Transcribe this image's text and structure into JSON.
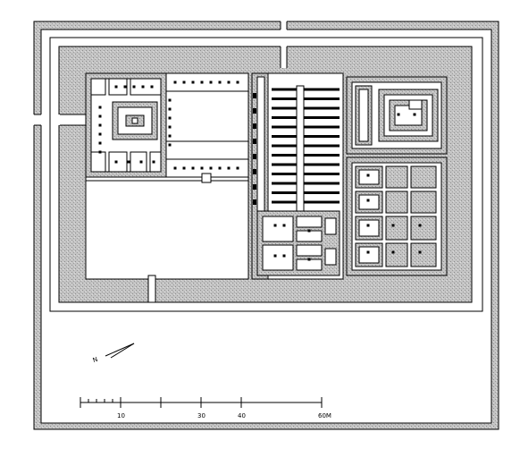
{
  "plan": {
    "title": "",
    "north_label": "N",
    "scale_bar": {
      "unit_suffix": "M",
      "ticks": [
        {
          "value": 0,
          "label": ""
        },
        {
          "value": 10,
          "label": "10"
        },
        {
          "value": 20,
          "label": ""
        },
        {
          "value": 30,
          "label": "30"
        },
        {
          "value": 40,
          "label": "40"
        },
        {
          "value": 60,
          "label": "60M"
        }
      ]
    },
    "colors": {
      "wall_fill": "#b8b8b8",
      "ink": "#000000",
      "paper": "#ffffff"
    }
  }
}
